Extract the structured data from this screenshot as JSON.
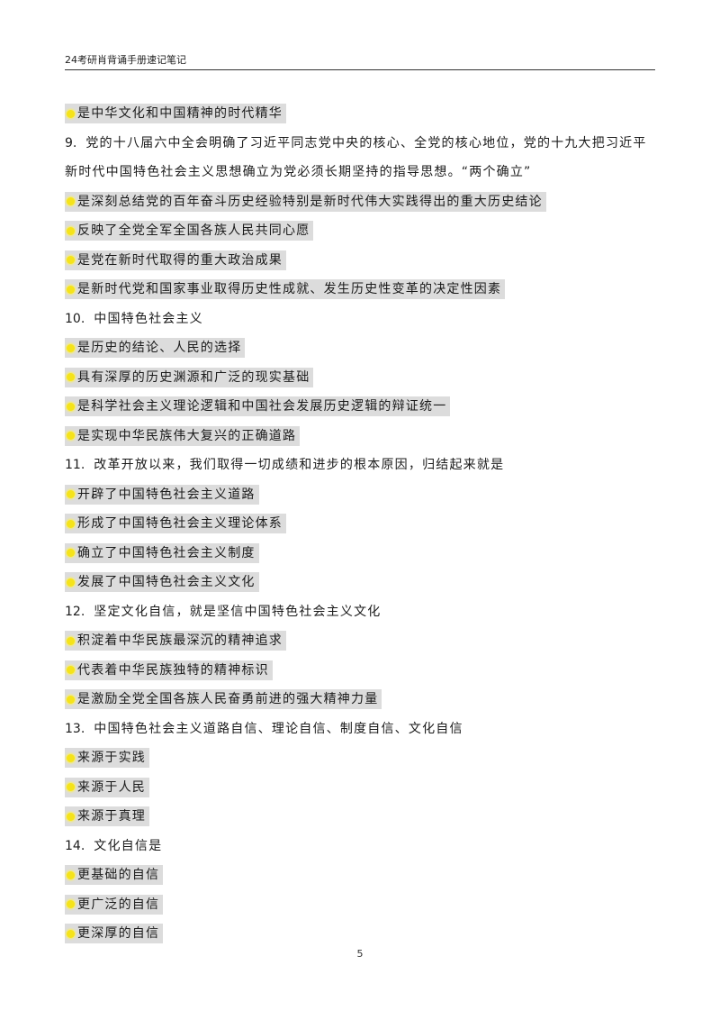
{
  "header": {
    "title": "24考研肖背诵手册速记笔记"
  },
  "items": [
    {
      "type": "answer",
      "text": "是中华文化和中国精神的时代精华"
    },
    {
      "type": "question",
      "number": "9.",
      "text": "党的十八届六中全会明确了习近平同志党中央的核心、全党的核心地位，党的十九大把习近平新时代中国特色社会主义思想确立为党必须长期坚持的指导思想。“两个确立”"
    },
    {
      "type": "answer",
      "text": "是深刻总结党的百年奋斗历史经验特别是新时代伟大实践得出的重大历史结论"
    },
    {
      "type": "answer",
      "text": "反映了全党全军全国各族人民共同心愿"
    },
    {
      "type": "answer",
      "text": "是党在新时代取得的重大政治成果"
    },
    {
      "type": "answer",
      "text": "是新时代党和国家事业取得历史性成就、发生历史性变革的决定性因素"
    },
    {
      "type": "question",
      "number": "10.",
      "text": "中国特色社会主义"
    },
    {
      "type": "answer",
      "text": "是历史的结论、人民的选择"
    },
    {
      "type": "answer",
      "text": "具有深厚的历史渊源和广泛的现实基础"
    },
    {
      "type": "answer",
      "text": "是科学社会主义理论逻辑和中国社会发展历史逻辑的辩证统一"
    },
    {
      "type": "answer",
      "text": "是实现中华民族伟大复兴的正确道路"
    },
    {
      "type": "question",
      "number": "11.",
      "text": "改革开放以来，我们取得一切成绩和进步的根本原因，归结起来就是"
    },
    {
      "type": "answer",
      "text": "开辟了中国特色社会主义道路"
    },
    {
      "type": "answer",
      "text": "形成了中国特色社会主义理论体系"
    },
    {
      "type": "answer",
      "text": "确立了中国特色社会主义制度"
    },
    {
      "type": "answer",
      "text": "发展了中国特色社会主义文化"
    },
    {
      "type": "question",
      "number": "12.",
      "text": "坚定文化自信，就是坚信中国特色社会主义文化"
    },
    {
      "type": "answer",
      "text": "积淀着中华民族最深沉的精神追求"
    },
    {
      "type": "answer",
      "text": "代表着中华民族独特的精神标识"
    },
    {
      "type": "answer",
      "text": "是激励全党全国各族人民奋勇前进的强大精神力量"
    },
    {
      "type": "question",
      "number": "13.",
      "text": "中国特色社会主义道路自信、理论自信、制度自信、文化自信"
    },
    {
      "type": "answer",
      "text": "来源于实践"
    },
    {
      "type": "answer",
      "text": "来源于人民"
    },
    {
      "type": "answer",
      "text": "来源于真理"
    },
    {
      "type": "question",
      "number": "14.",
      "text": "文化自信是"
    },
    {
      "type": "answer",
      "text": "更基础的自信"
    },
    {
      "type": "answer",
      "text": "更广泛的自信"
    },
    {
      "type": "answer",
      "text": "更深厚的自信"
    }
  ],
  "footer": {
    "page_number": "5"
  },
  "colors": {
    "highlight": "#dcdcdc",
    "marker": "#f5e31a"
  }
}
